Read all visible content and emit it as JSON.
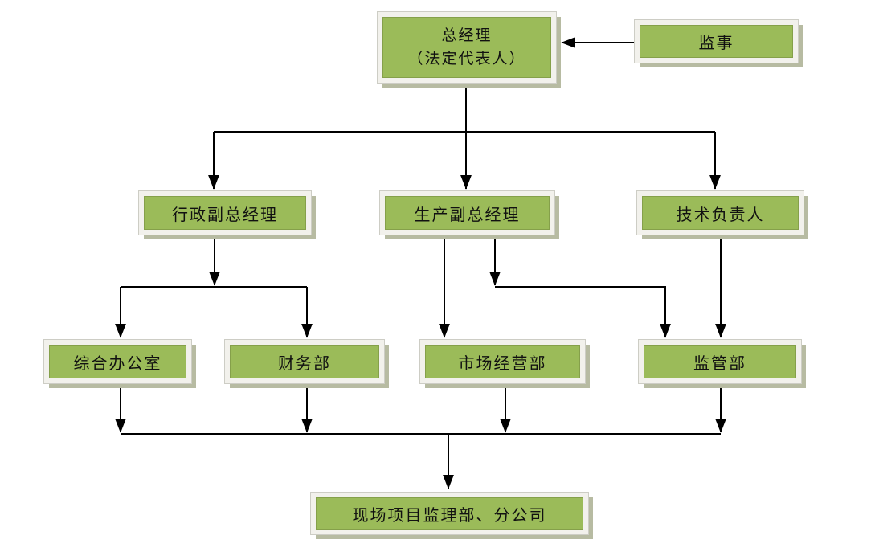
{
  "diagram": {
    "type": "org-chart",
    "background": "#ffffff",
    "colors": {
      "node_fill": "#9bbb59",
      "node_inner_border": "#85a04a",
      "node_frame": "#f2f1ec",
      "node_shadow": "#b7bba2",
      "connector": "#000000",
      "text": "#111111"
    },
    "nodes": {
      "general_manager": {
        "line1": "总经理",
        "line2": "（法定代表人）"
      },
      "supervisor": {
        "label": "监事"
      },
      "admin_deputy": {
        "label": "行政副总经理"
      },
      "production_deputy": {
        "label": "生产副总经理"
      },
      "technical_director": {
        "label": "技术负责人"
      },
      "general_office": {
        "label": "综合办公室"
      },
      "finance_dept": {
        "label": "财务部"
      },
      "market_dept": {
        "label": "市场经营部"
      },
      "supervision_dept": {
        "label": "监管部"
      },
      "site_dept": {
        "label": "现场项目监理部、分公司"
      }
    },
    "edges": [
      {
        "from": "supervisor",
        "to": "general_manager"
      },
      {
        "from": "general_manager",
        "to": "admin_deputy"
      },
      {
        "from": "general_manager",
        "to": "production_deputy"
      },
      {
        "from": "general_manager",
        "to": "technical_director"
      },
      {
        "from": "admin_deputy",
        "to": "general_office"
      },
      {
        "from": "admin_deputy",
        "to": "finance_dept"
      },
      {
        "from": "production_deputy",
        "to": "market_dept"
      },
      {
        "from": "production_deputy",
        "to": "supervision_dept"
      },
      {
        "from": "technical_director",
        "to": "supervision_dept"
      },
      {
        "from": "general_office",
        "to": "site_dept"
      },
      {
        "from": "finance_dept",
        "to": "site_dept"
      },
      {
        "from": "market_dept",
        "to": "site_dept"
      },
      {
        "from": "supervision_dept",
        "to": "site_dept"
      }
    ]
  }
}
